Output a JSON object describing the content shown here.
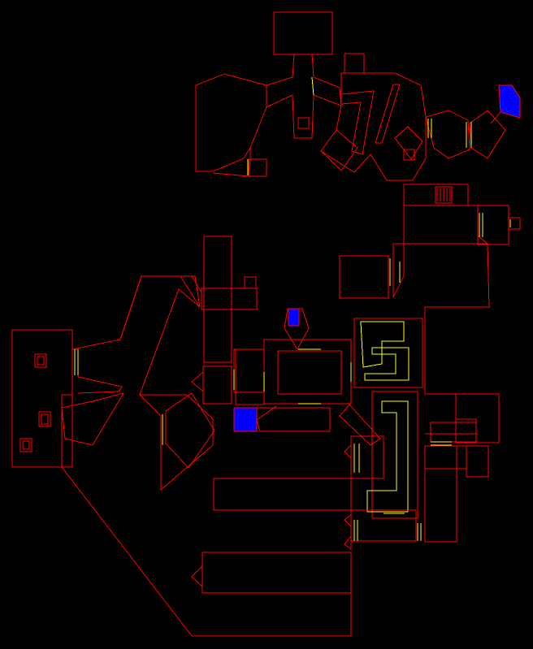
{
  "colors": {
    "background": "#000000",
    "wall": "#ff0000",
    "door": "#ffff00",
    "key_area": "#0000ff"
  },
  "legend": {
    "wall": "solid-wall-line",
    "door": "door-or-step-line",
    "key_area": "special-sector-fill"
  }
}
